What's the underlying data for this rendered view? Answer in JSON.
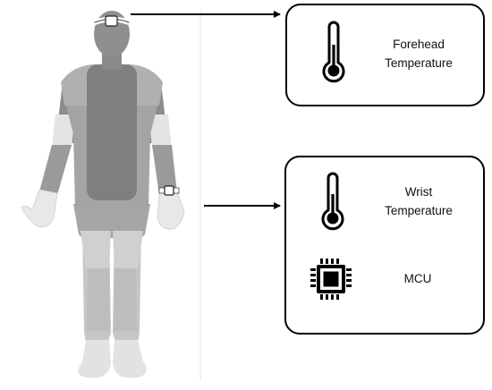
{
  "forehead_box": {
    "line1": "Forehead",
    "line2": "Temperature",
    "icon": "thermometer-icon"
  },
  "wrist_box": {
    "line1": "Wrist",
    "line2": "Temperature",
    "icon": "thermometer-icon",
    "mcu_label": "MCU",
    "mcu_icon": "microchip-icon"
  },
  "colors": {
    "skin": "#dcdcdc",
    "body_light": "#a9a9a9",
    "body_dark": "#7e7e7e",
    "torso_patch": "#858585",
    "legs": "#b5b5b5",
    "outline": "#000000"
  }
}
